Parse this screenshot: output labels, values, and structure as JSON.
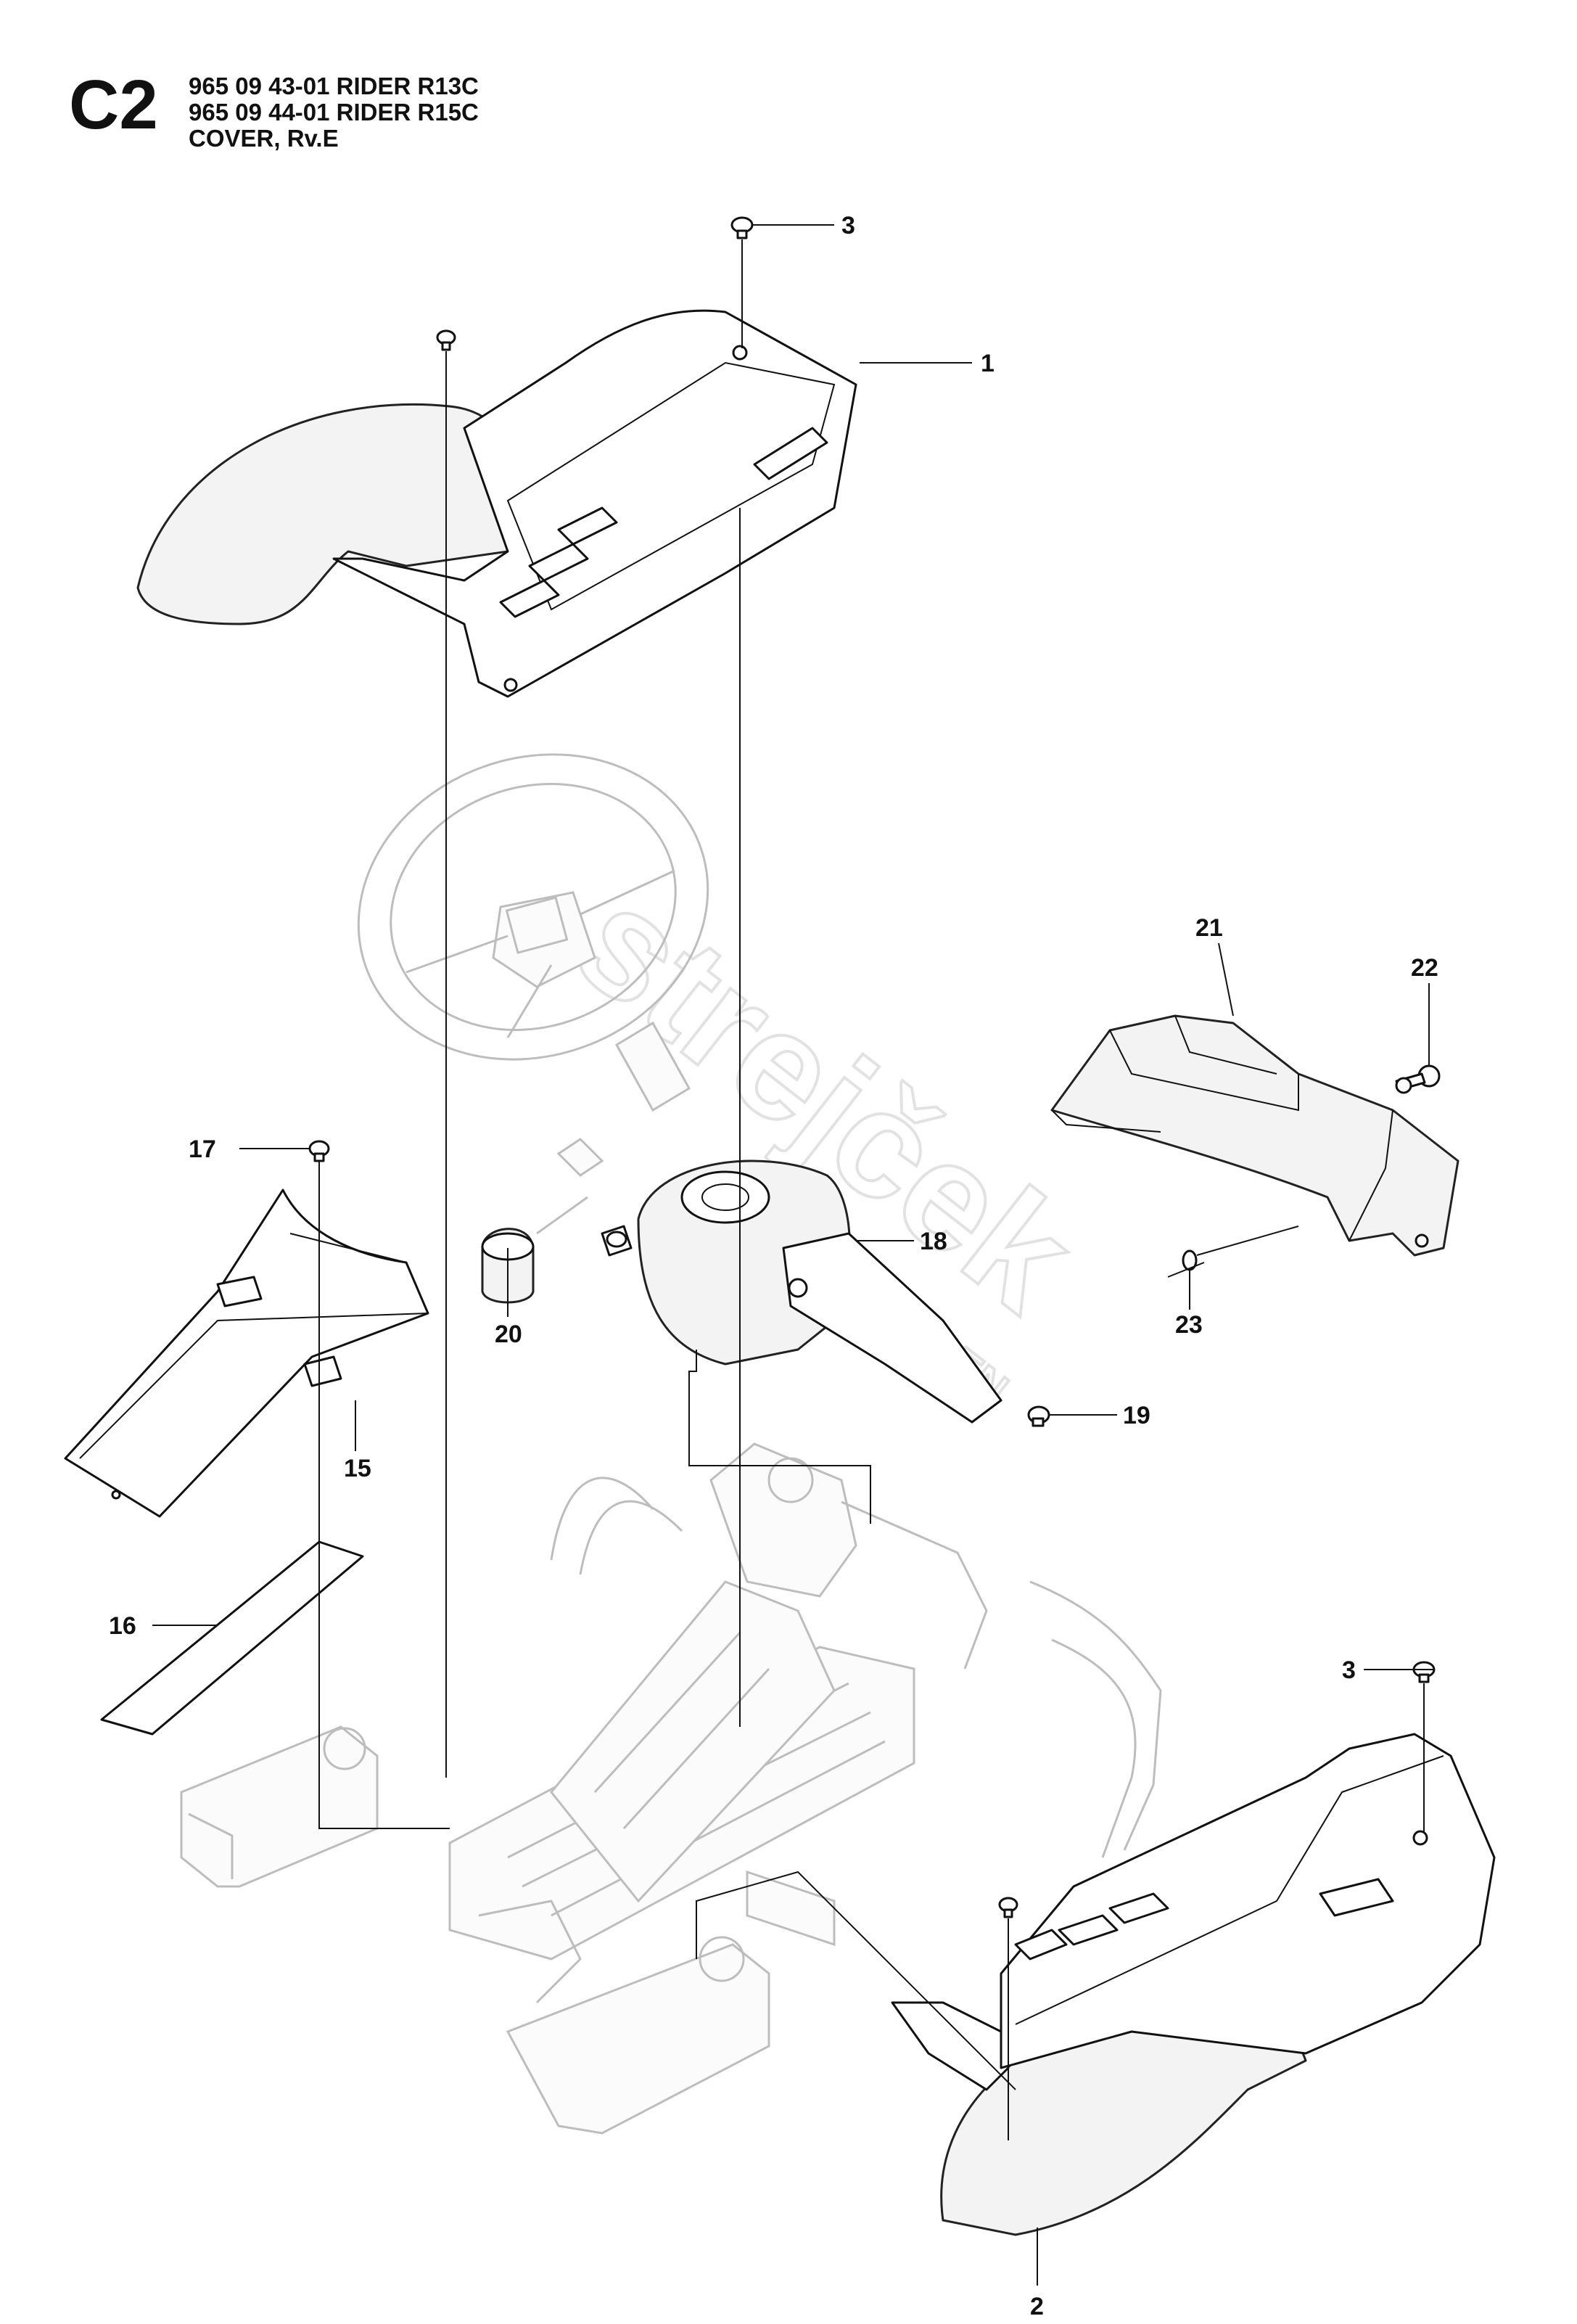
{
  "header": {
    "section_code": "C2",
    "lines": [
      "965 09 43-01 RIDER R13C",
      "965 09 44-01 RIDER R15C",
      "COVER, Rv.E"
    ]
  },
  "callouts": {
    "c1": "1",
    "c2": "2",
    "c3a": "3",
    "c3b": "3",
    "c15": "15",
    "c16": "16",
    "c17": "17",
    "c18": "18",
    "c19": "19",
    "c20": "20",
    "c21": "21",
    "c22": "22",
    "c23": "23"
  },
  "watermark": {
    "brand": "strejček",
    "sub": "GARDEN"
  },
  "colors": {
    "line": "#111111",
    "ghost": "#bdbdbd",
    "fill": "#ffffff"
  }
}
